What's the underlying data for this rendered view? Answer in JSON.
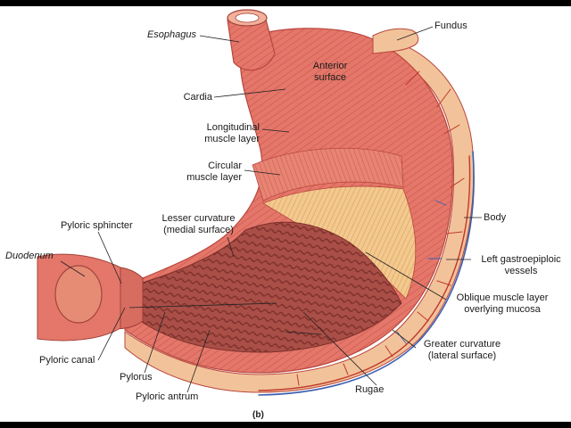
{
  "panel_letter": "(b)",
  "labels": {
    "esophagus": "Esophagus",
    "fundus": "Fundus",
    "anterior_surface": [
      "Anterior",
      "surface"
    ],
    "cardia": "Cardia",
    "longitudinal": [
      "Longitudinal",
      "muscle layer"
    ],
    "circular": [
      "Circular",
      "muscle layer"
    ],
    "lesser_curvature": [
      "Lesser curvature",
      "(medial surface)"
    ],
    "body": "Body",
    "pyloric_sphincter": "Pyloric sphincter",
    "duodenum": "Duodenum",
    "left_gastroepiploic": [
      "Left gastroepiploic",
      "vessels"
    ],
    "oblique": [
      "Oblique muscle layer",
      "overlying mucosa"
    ],
    "greater_curvature": [
      "Greater curvature",
      "(lateral surface)"
    ],
    "pyloric_canal": "Pyloric canal",
    "pylorus": "Pylorus",
    "pyloric_antrum": "Pyloric antrum",
    "rugae": "Rugae"
  },
  "colors": {
    "muscle": "#e4776a",
    "muscle_dark": "#b9463d",
    "serosa": "#f2c39a",
    "mucosa": "#a94f47",
    "rugae": "#8e3a34",
    "oblique": "#f3c98f",
    "vessel_red": "#c0392b",
    "vessel_blue": "#3a5fb0"
  }
}
